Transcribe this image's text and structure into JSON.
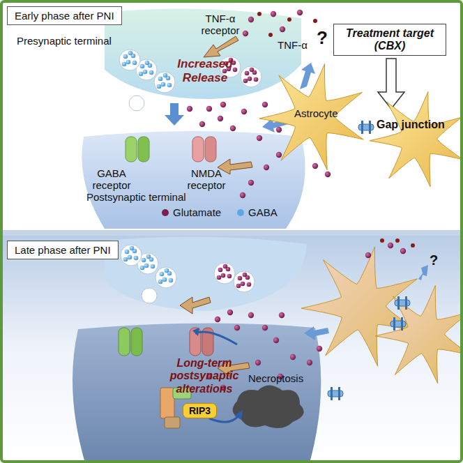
{
  "diagram": {
    "nodes": [
      {
        "text": [
          "Early phase after PNI"
        ]
      },
      {
        "text": [
          "Treatment target (CBX)"
        ]
      },
      {
        "text": [
          "Late phase after PNI"
        ]
      },
      {
        "text": [
          "RIP3"
        ]
      }
    ],
    "labels": [
      "Presynaptic terminal",
      "TNF-α receptor",
      "TNF-α",
      "?",
      "Increased Release",
      "Astrocyte",
      "Gap junction",
      "GABA receptor",
      "NMDA receptor",
      "Postsynaptic terminal",
      "?",
      "Long-term postsynaptic alterations",
      "Necroptosis"
    ],
    "legend": [
      {
        "text": "Glutamate",
        "color": "#7a1d4f"
      },
      {
        "text": "GABA",
        "color": "#5aa9e6"
      }
    ]
  }
}
